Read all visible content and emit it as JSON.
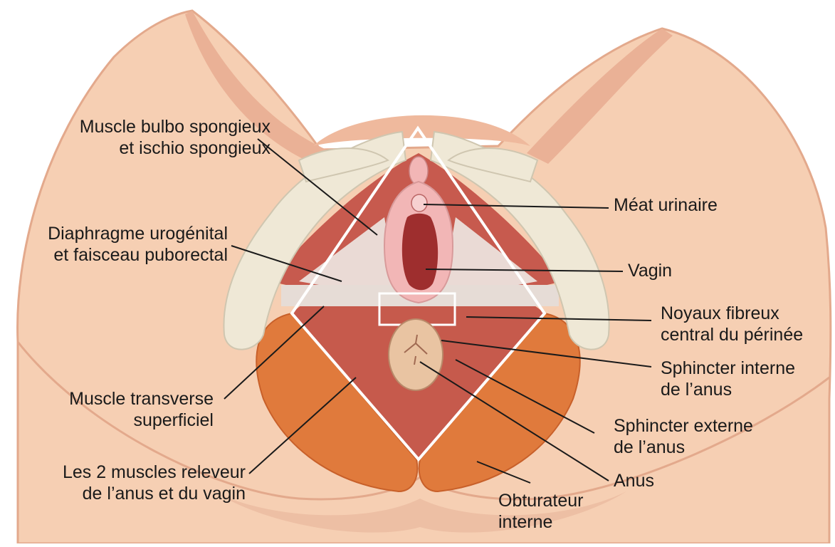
{
  "labels": {
    "bulbo": {
      "line1": "Muscle bulbo spongieux",
      "line2": "et ischio spongieux"
    },
    "diaphragme": {
      "line1": "Diaphragme urogénital",
      "line2": "et faisceau puborectal"
    },
    "transverse": {
      "line1": "Muscle transverse",
      "line2": "superficiel"
    },
    "releveur": {
      "line1": "Les 2 muscles releveur",
      "line2": "de l’anus et du vagin"
    },
    "meat": "Méat urinaire",
    "vagin": "Vagin",
    "noyaux": {
      "line1": "Noyaux fibreux",
      "line2": "central du périnée"
    },
    "sph_interne": {
      "line1": "Sphincter interne",
      "line2": "de l’anus"
    },
    "sph_externe": {
      "line1": "Sphincter externe",
      "line2": "de l’anus"
    },
    "anus": "Anus",
    "obturateur": {
      "line1": "Obturateur",
      "line2": "interne"
    }
  },
  "colors": {
    "skin": "#f6cfb3",
    "skin_shadow": "#e8a98c",
    "bone": "#efe8d6",
    "muscle": "#c75a4e",
    "muscle_dark": "#a8403a",
    "levator": "#e07a3c",
    "membrane": "#ece2dc",
    "mucosa": "#f2b6b6",
    "vagina_lumen": "#9e2e2e",
    "anus": "#e9c4a2",
    "leader": "#1a1a1a"
  }
}
